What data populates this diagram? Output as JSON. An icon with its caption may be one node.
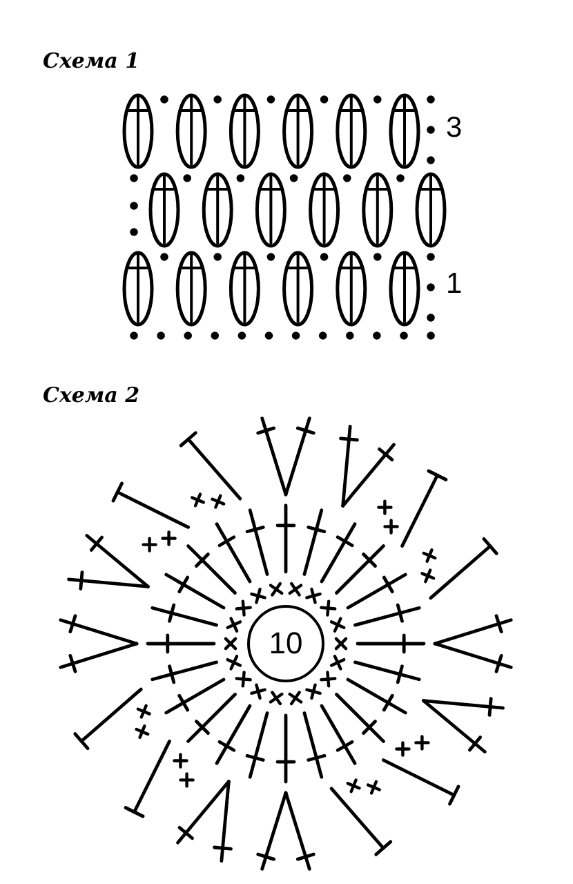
{
  "diagram": {
    "nodes": [
      {
        "text": [
          "10"
        ]
      }
    ],
    "labels": [
      "Схема 1",
      "3",
      "1",
      "Схема 2"
    ]
  }
}
